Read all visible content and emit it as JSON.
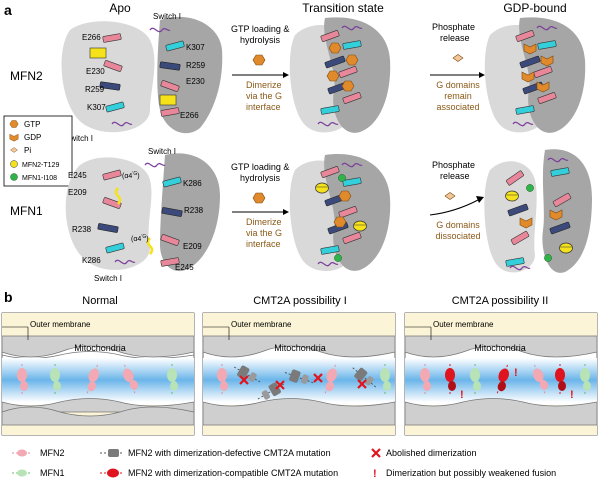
{
  "panel_a": {
    "label": "a",
    "col_apo": "Apo",
    "col_transition": "Transition state",
    "col_gdp": "GDP-bound",
    "row_mfn2": "MFN2",
    "row_mfn1": "MFN1",
    "arrow1_top_line1": "GTP loading &",
    "arrow1_top_line2": "hydrolysis",
    "arrow1_bottom_line1": "Dimerize",
    "arrow1_bottom_line2": "via the G",
    "arrow1_bottom_line3": "interface",
    "arrow2_top_line1": "Phosphate",
    "arrow2_top_line2": "release",
    "mfn2_arrow2_line1": "G domains",
    "mfn2_arrow2_line2": "remain",
    "mfn2_arrow2_line3": "associated",
    "mfn1_arrow2_line1": "G domains",
    "mfn1_arrow2_line2": "dissociated",
    "legend": {
      "gtp": "GTP",
      "gdp": "GDP",
      "pi": "Pi",
      "mfn2_t129": "MFN2-T129",
      "mfn1_i108": "MFN1-I108"
    },
    "mfn2_labels": {
      "switch_top": "Switch I",
      "switch_bottom": "Switch I",
      "k307_top": "K307",
      "k307_bottom": "K307",
      "e266_top": "E266",
      "e266_bottom": "E266",
      "e230_left": "E230",
      "e230_right": "E230",
      "r259_left": "R259",
      "r259_right": "R259"
    },
    "mfn1_labels": {
      "switch_top": "Switch I",
      "switch_bottom": "Switch I",
      "k286_top": "K286",
      "k286_bottom": "K286",
      "e245_top": "E245",
      "e245_bottom": "E245",
      "e209_left": "E209",
      "e209_right": "E209",
      "r238_left": "R238",
      "r238_right": "R238",
      "helix_top": "(α4",
      "helix_top_sup": "’G",
      "helix_top_close": ")",
      "helix_bottom": "(α4",
      "helix_bottom_sup": "’G",
      "helix_bottom_close": ")"
    }
  },
  "panel_b": {
    "label": "b",
    "normal": "Normal",
    "possibility1": "CMT2A possibility I",
    "possibility2": "CMT2A possibility II",
    "outer_membrane": "Outer membrane",
    "mitochondria": "Mitochondria",
    "legend": {
      "mfn2": "MFN2",
      "mfn1": "MFN1",
      "defective": "MFN2 with dimerization-defective CMT2A mutation",
      "compatible": "MFN2 with dimerization-compatible CMT2A mutation",
      "abolished": "Abolished dimerization",
      "weakened": "Dimerization but possibly weakened fusion"
    }
  },
  "colors": {
    "pink": "#e8879a",
    "navy": "#3b4a7a",
    "cyan": "#33d0dc",
    "orange": "#e08a2c",
    "yellow": "#f5e21a",
    "green": "#2fb44a",
    "purple": "#7b3f9a",
    "red": "#e0141e",
    "gray_dark": "#6e6e6e",
    "mito_gray": "#cfcfcf",
    "cream": "#fbf4d6",
    "blue": "#7fbde8"
  }
}
